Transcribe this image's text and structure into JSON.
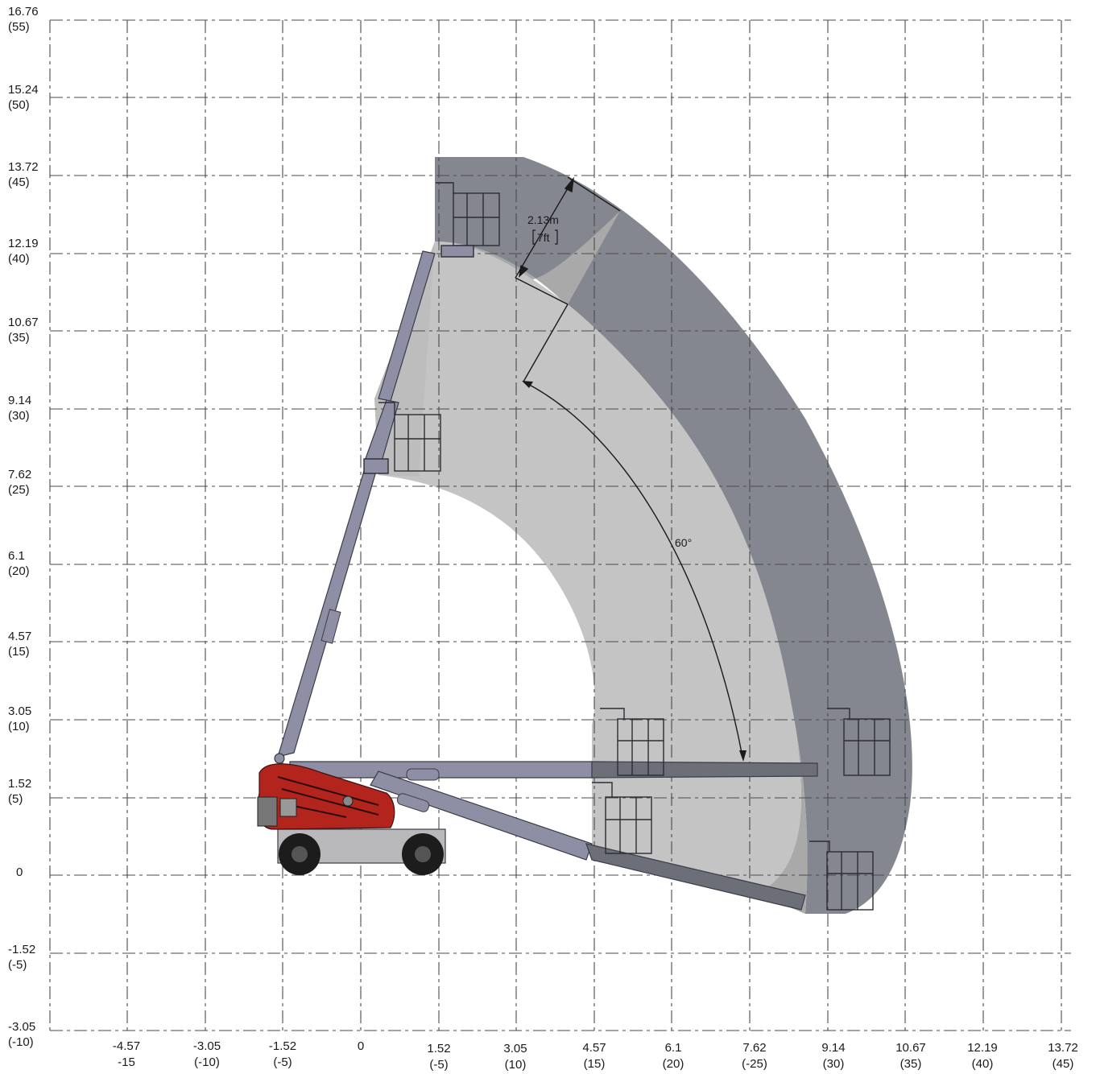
{
  "y_axis_labels": [
    {
      "metric": "16.76",
      "feet": "(55)"
    },
    {
      "metric": "15.24",
      "feet": "(50)"
    },
    {
      "metric": "13.72",
      "feet": "(45)"
    },
    {
      "metric": "12.19",
      "feet": "(40)"
    },
    {
      "metric": "10.67",
      "feet": "(35)"
    },
    {
      "metric": "9.14",
      "feet": "(30)"
    },
    {
      "metric": "7.62",
      "feet": "(25)"
    },
    {
      "metric": "6.1",
      "feet": "(20)"
    },
    {
      "metric": "4.57",
      "feet": "(15)"
    },
    {
      "metric": "3.05",
      "feet": "(10)"
    },
    {
      "metric": "1.52",
      "feet": "(5)"
    },
    {
      "metric": "0",
      "feet": ""
    },
    {
      "metric": "-1.52",
      "feet": "(-5)"
    },
    {
      "metric": "-3.05",
      "feet": "(-10)"
    }
  ],
  "x_axis_labels": [
    {
      "metric": "-4.57",
      "feet": "-15"
    },
    {
      "metric": "-3.05",
      "feet": "(-10)"
    },
    {
      "metric": "-1.52",
      "feet": "(-5)"
    },
    {
      "metric": "0",
      "feet": ""
    },
    {
      "metric": "1.52",
      "feet": "(-5)"
    },
    {
      "metric": "3.05",
      "feet": "(10)"
    },
    {
      "metric": "4.57",
      "feet": "(15)"
    },
    {
      "metric": "6.1",
      "feet": "(20)"
    },
    {
      "metric": "7.62",
      "feet": "(-25)"
    },
    {
      "metric": "9.14",
      "feet": "(30)"
    },
    {
      "metric": "10.67",
      "feet": "(35)"
    },
    {
      "metric": "12.19",
      "feet": "(40)"
    },
    {
      "metric": "13.72",
      "feet": "(45)"
    }
  ],
  "annotations": {
    "jib_length_m": "2.13m",
    "jib_length_ft": "7ft",
    "jib_angle": "60°"
  },
  "colors": {
    "envelope_light": "#c4c4c4",
    "envelope_mid": "#a9a9aa",
    "envelope_dark": "#858790",
    "boom": "#8e8fa4",
    "chassis_red": "#b3241c",
    "grid": "#4a4a4a"
  }
}
